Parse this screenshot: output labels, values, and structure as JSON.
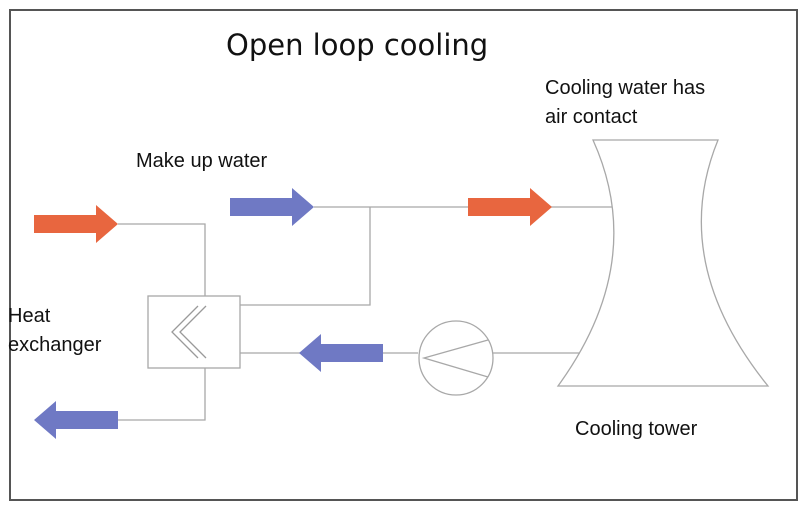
{
  "title": "Open loop cooling",
  "labels": {
    "makeup_water": "Make up water",
    "air_contact": "Cooling water has\nair contact",
    "heat_exchanger": "Heat\nexchanger",
    "cooling_tower": "Cooling tower"
  },
  "colors": {
    "hot_arrow": "#e8663f",
    "cool_arrow": "#6f79c4",
    "pipe": "#a8a8a8",
    "frame": "#555555"
  }
}
